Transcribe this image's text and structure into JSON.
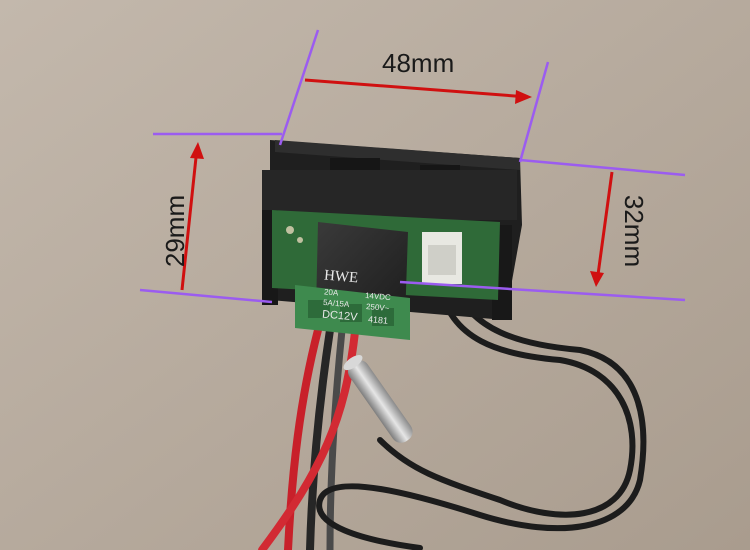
{
  "dimensions": {
    "width_label": "48mm",
    "height_label": "29mm",
    "depth_label": "32mm"
  },
  "relay": {
    "brand": "HWE",
    "rating_1": "20A",
    "rating_2": "14VDC",
    "rating_3": "5A/15A",
    "rating_4": "250V~",
    "coil": "DC12V",
    "model": "4181"
  },
  "colors": {
    "background": "#b7aa9d",
    "dimension_arrow": "#d01010",
    "guide_line": "#9b5cf0",
    "pcb": "#2f6a38",
    "relay_body": "#2b2b2b",
    "terminal_block": "#3e8a4e"
  }
}
